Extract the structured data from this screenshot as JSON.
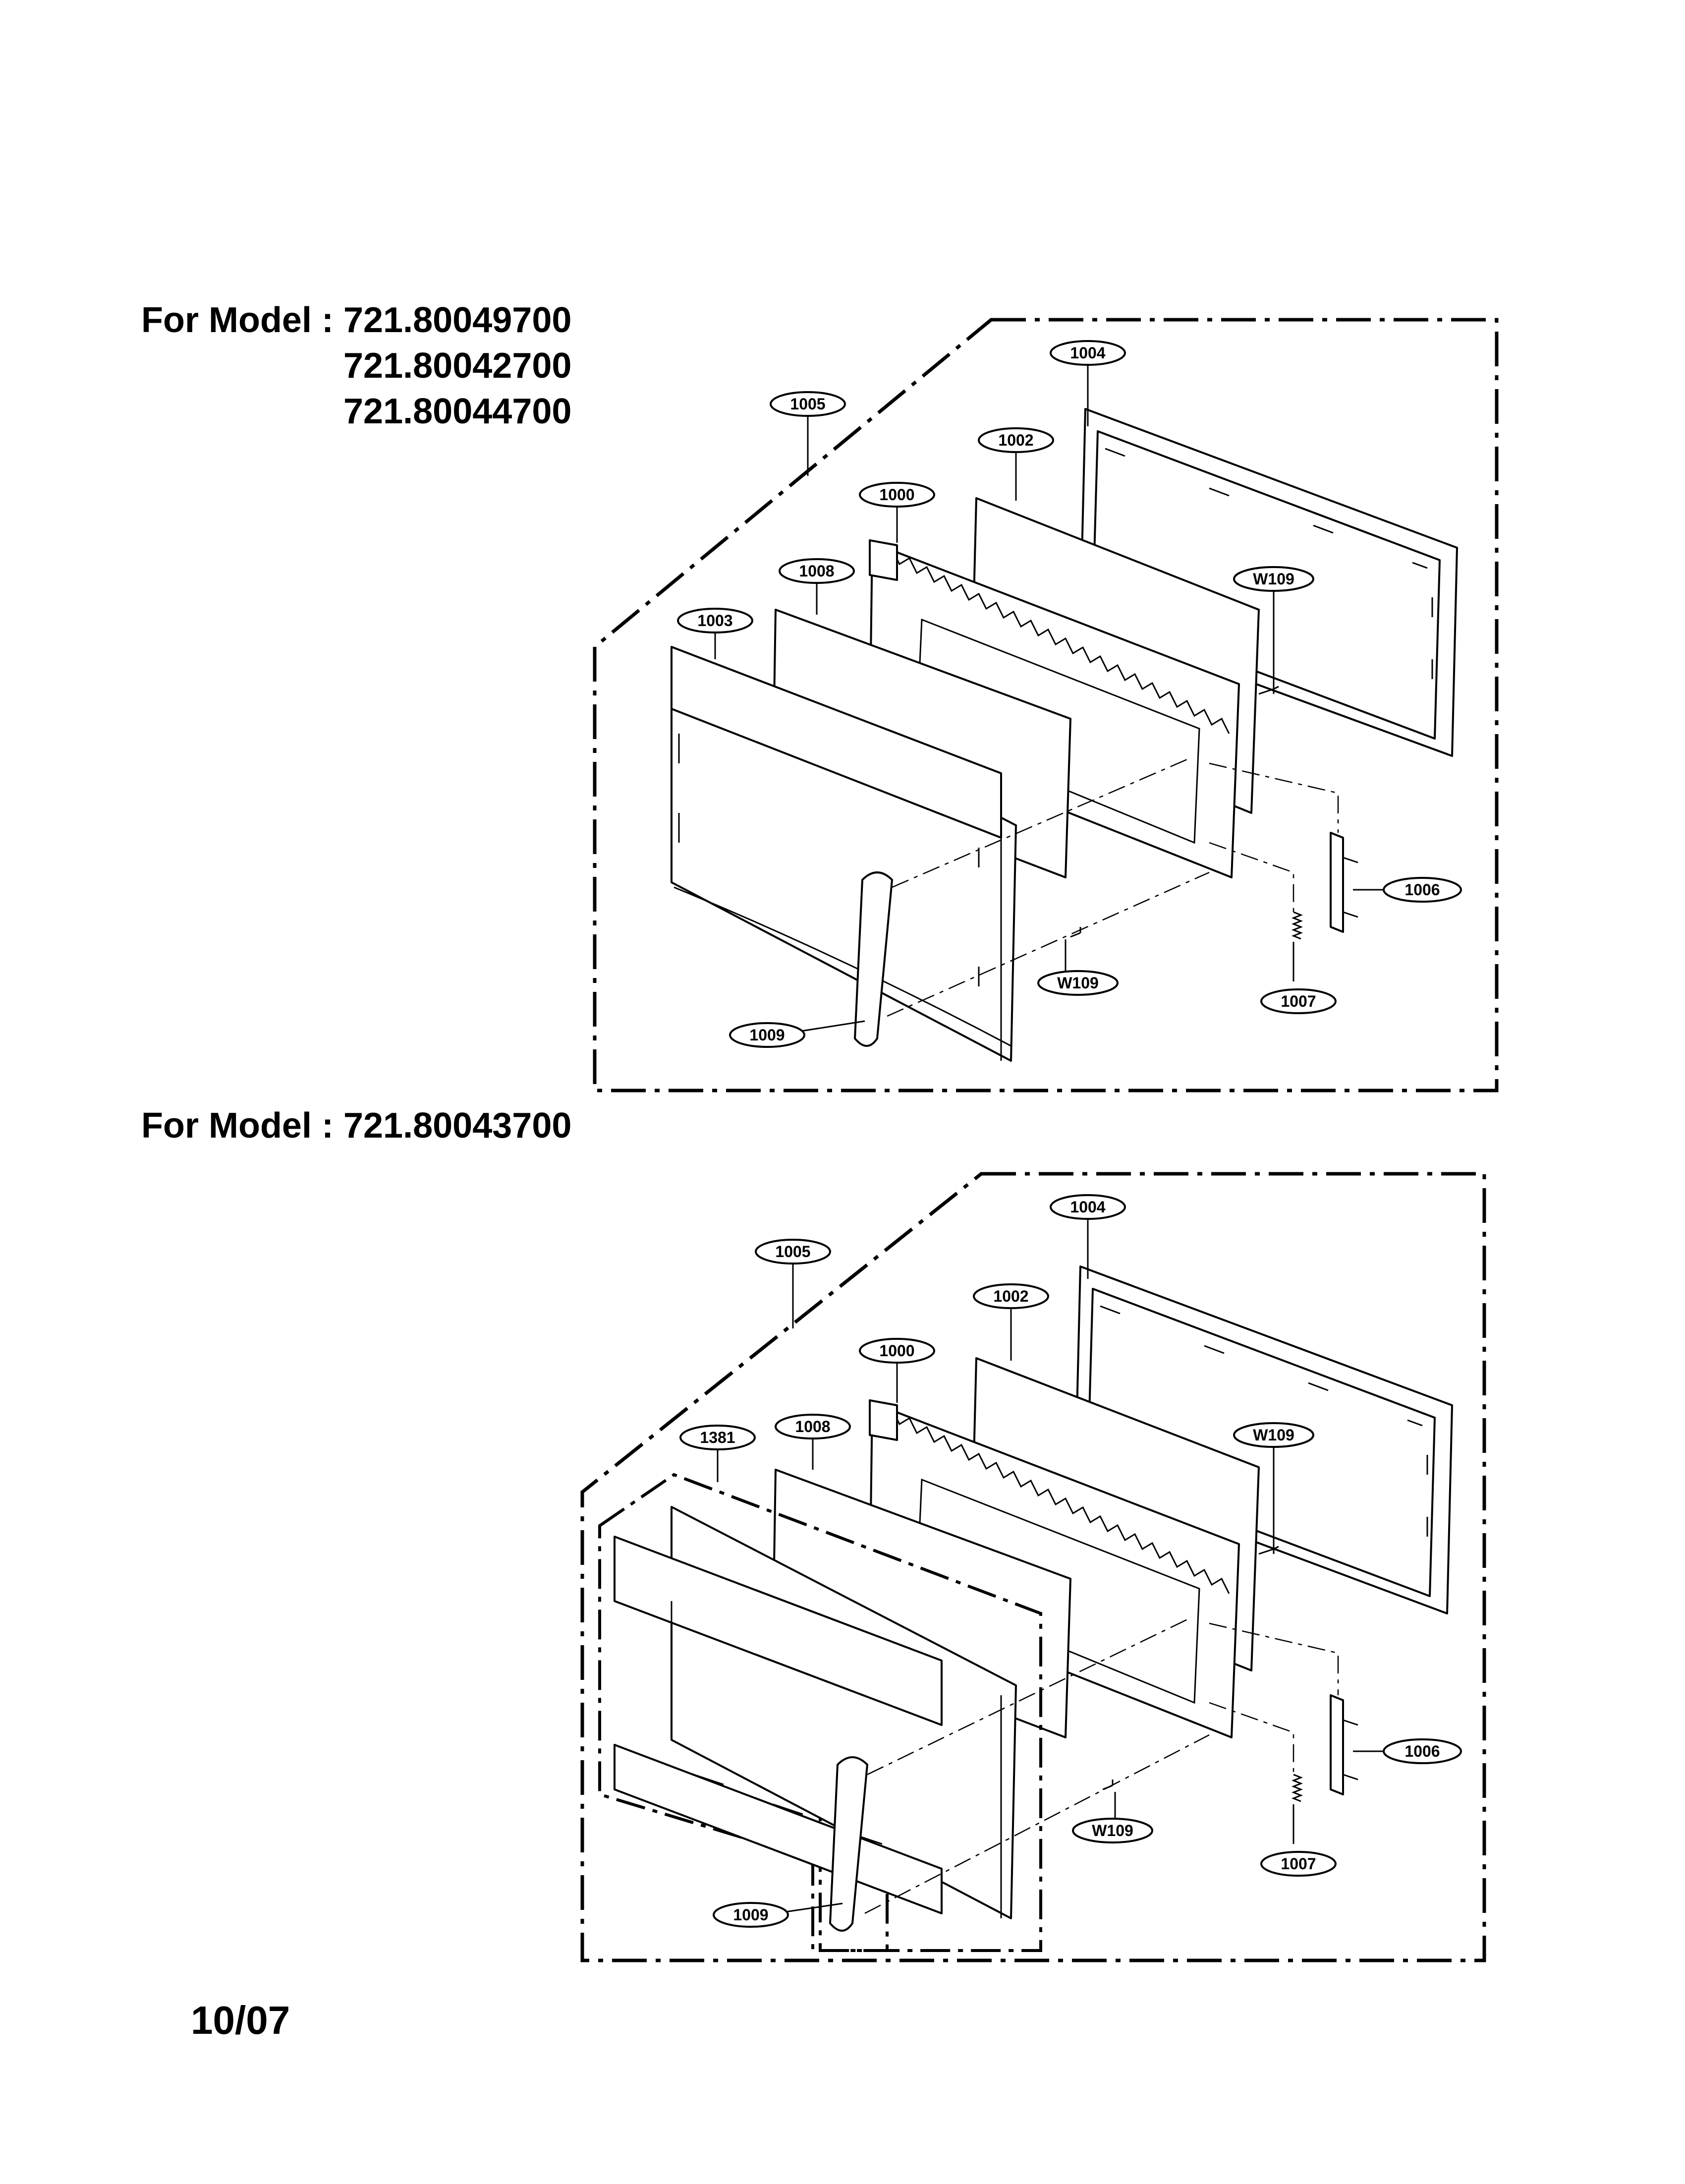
{
  "section_top": {
    "label": "For Model : ",
    "models": [
      "721.80049700",
      "721.80042700",
      "721.80044700"
    ],
    "callouts": {
      "c1004": "1004",
      "c1005": "1005",
      "c1002": "1002",
      "c1000": "1000",
      "c1008": "1008",
      "c1003": "1003",
      "cW109a": "W109",
      "c1006": "1006",
      "cW109b": "W109",
      "c1007": "1007",
      "c1009": "1009"
    }
  },
  "section_bottom": {
    "label": "For Model : ",
    "models": [
      "721.80043700"
    ],
    "callouts": {
      "c1004": "1004",
      "c1005": "1005",
      "c1002": "1002",
      "c1000": "1000",
      "c1381": "1381",
      "c1008": "1008",
      "cW109a": "W109",
      "c1006": "1006",
      "cW109b": "W109",
      "c1007": "1007",
      "c1009": "1009"
    }
  },
  "footer": {
    "date": "10/07"
  }
}
